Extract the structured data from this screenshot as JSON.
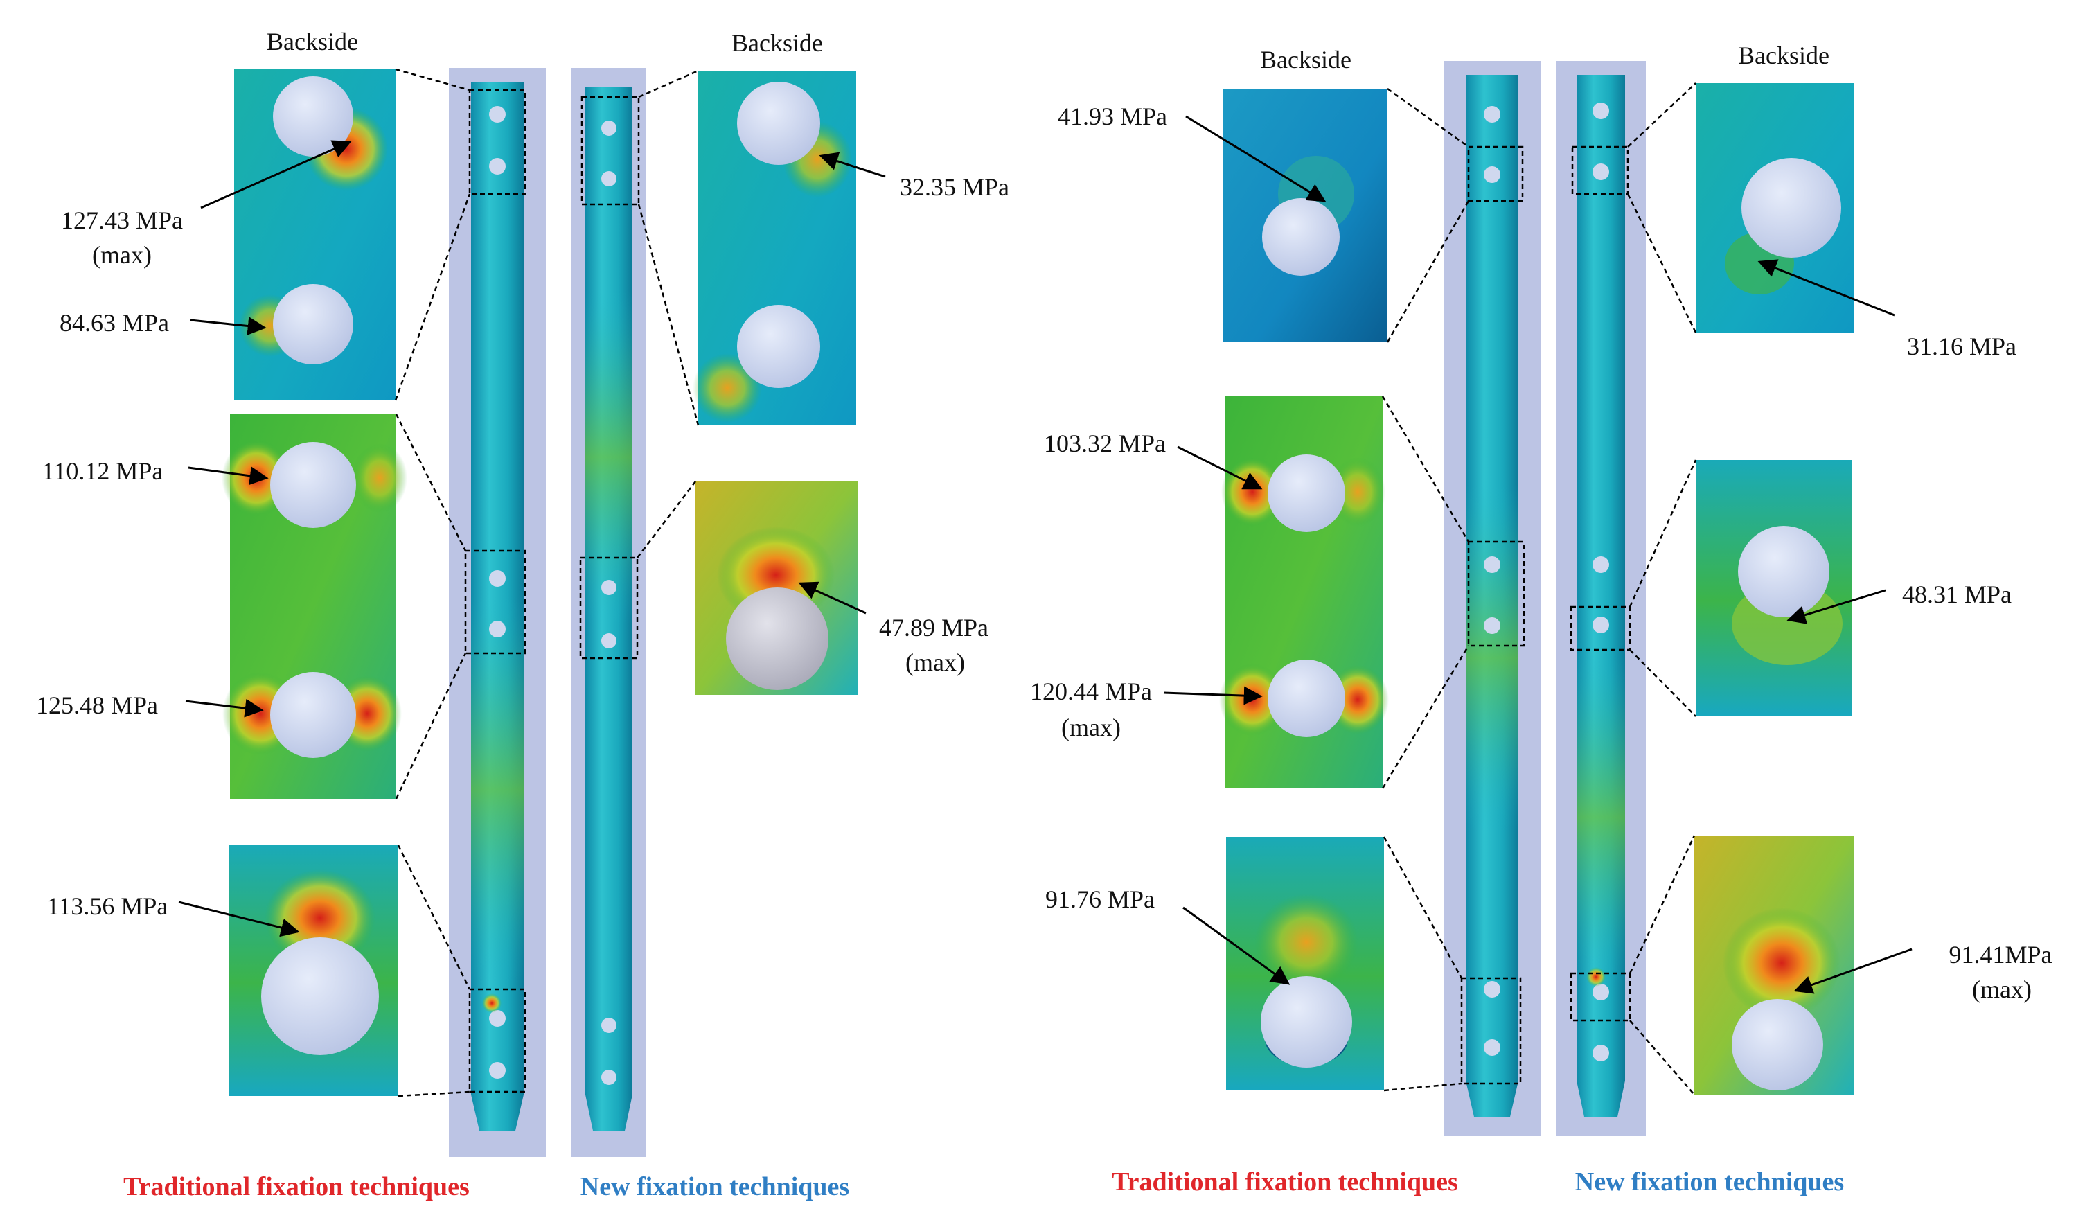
{
  "backside_label": "Backside",
  "left_group": {
    "caption_traditional": "Traditional fixation techniques",
    "caption_new": "New fixation techniques",
    "traditional": {
      "top_upper": "127.43 MPa",
      "top_upper_note": "(max)",
      "top_lower": "84.63 MPa",
      "middle_upper": "110.12 MPa",
      "middle_lower": "125.48 MPa",
      "bottom": "113.56 MPa"
    },
    "new": {
      "top": "32.35 MPa",
      "middle": "47.89 MPa",
      "middle_note": "(max)"
    }
  },
  "right_group": {
    "caption_traditional": "Traditional fixation techniques",
    "caption_new": "New fixation techniques",
    "traditional": {
      "top": "41.93 MPa",
      "middle_upper": "103.32 MPa",
      "middle_lower": "120.44 MPa",
      "middle_lower_note": "(max)",
      "bottom": "91.76 MPa"
    },
    "new": {
      "top": "31.16 MPa",
      "middle": "48.31 MPa",
      "bottom": "91.41MPa",
      "bottom_note": "(max)"
    }
  },
  "colors": {
    "caption_traditional": "#e0262a",
    "caption_new": "#2f7ec4",
    "stress_low": "#16a6c4",
    "stress_mid": "#36b23c",
    "stress_high": "#f0c020",
    "stress_max": "#d52018",
    "rod_backdrop": "#b9c2e2",
    "hole": "#cdd6ee"
  }
}
